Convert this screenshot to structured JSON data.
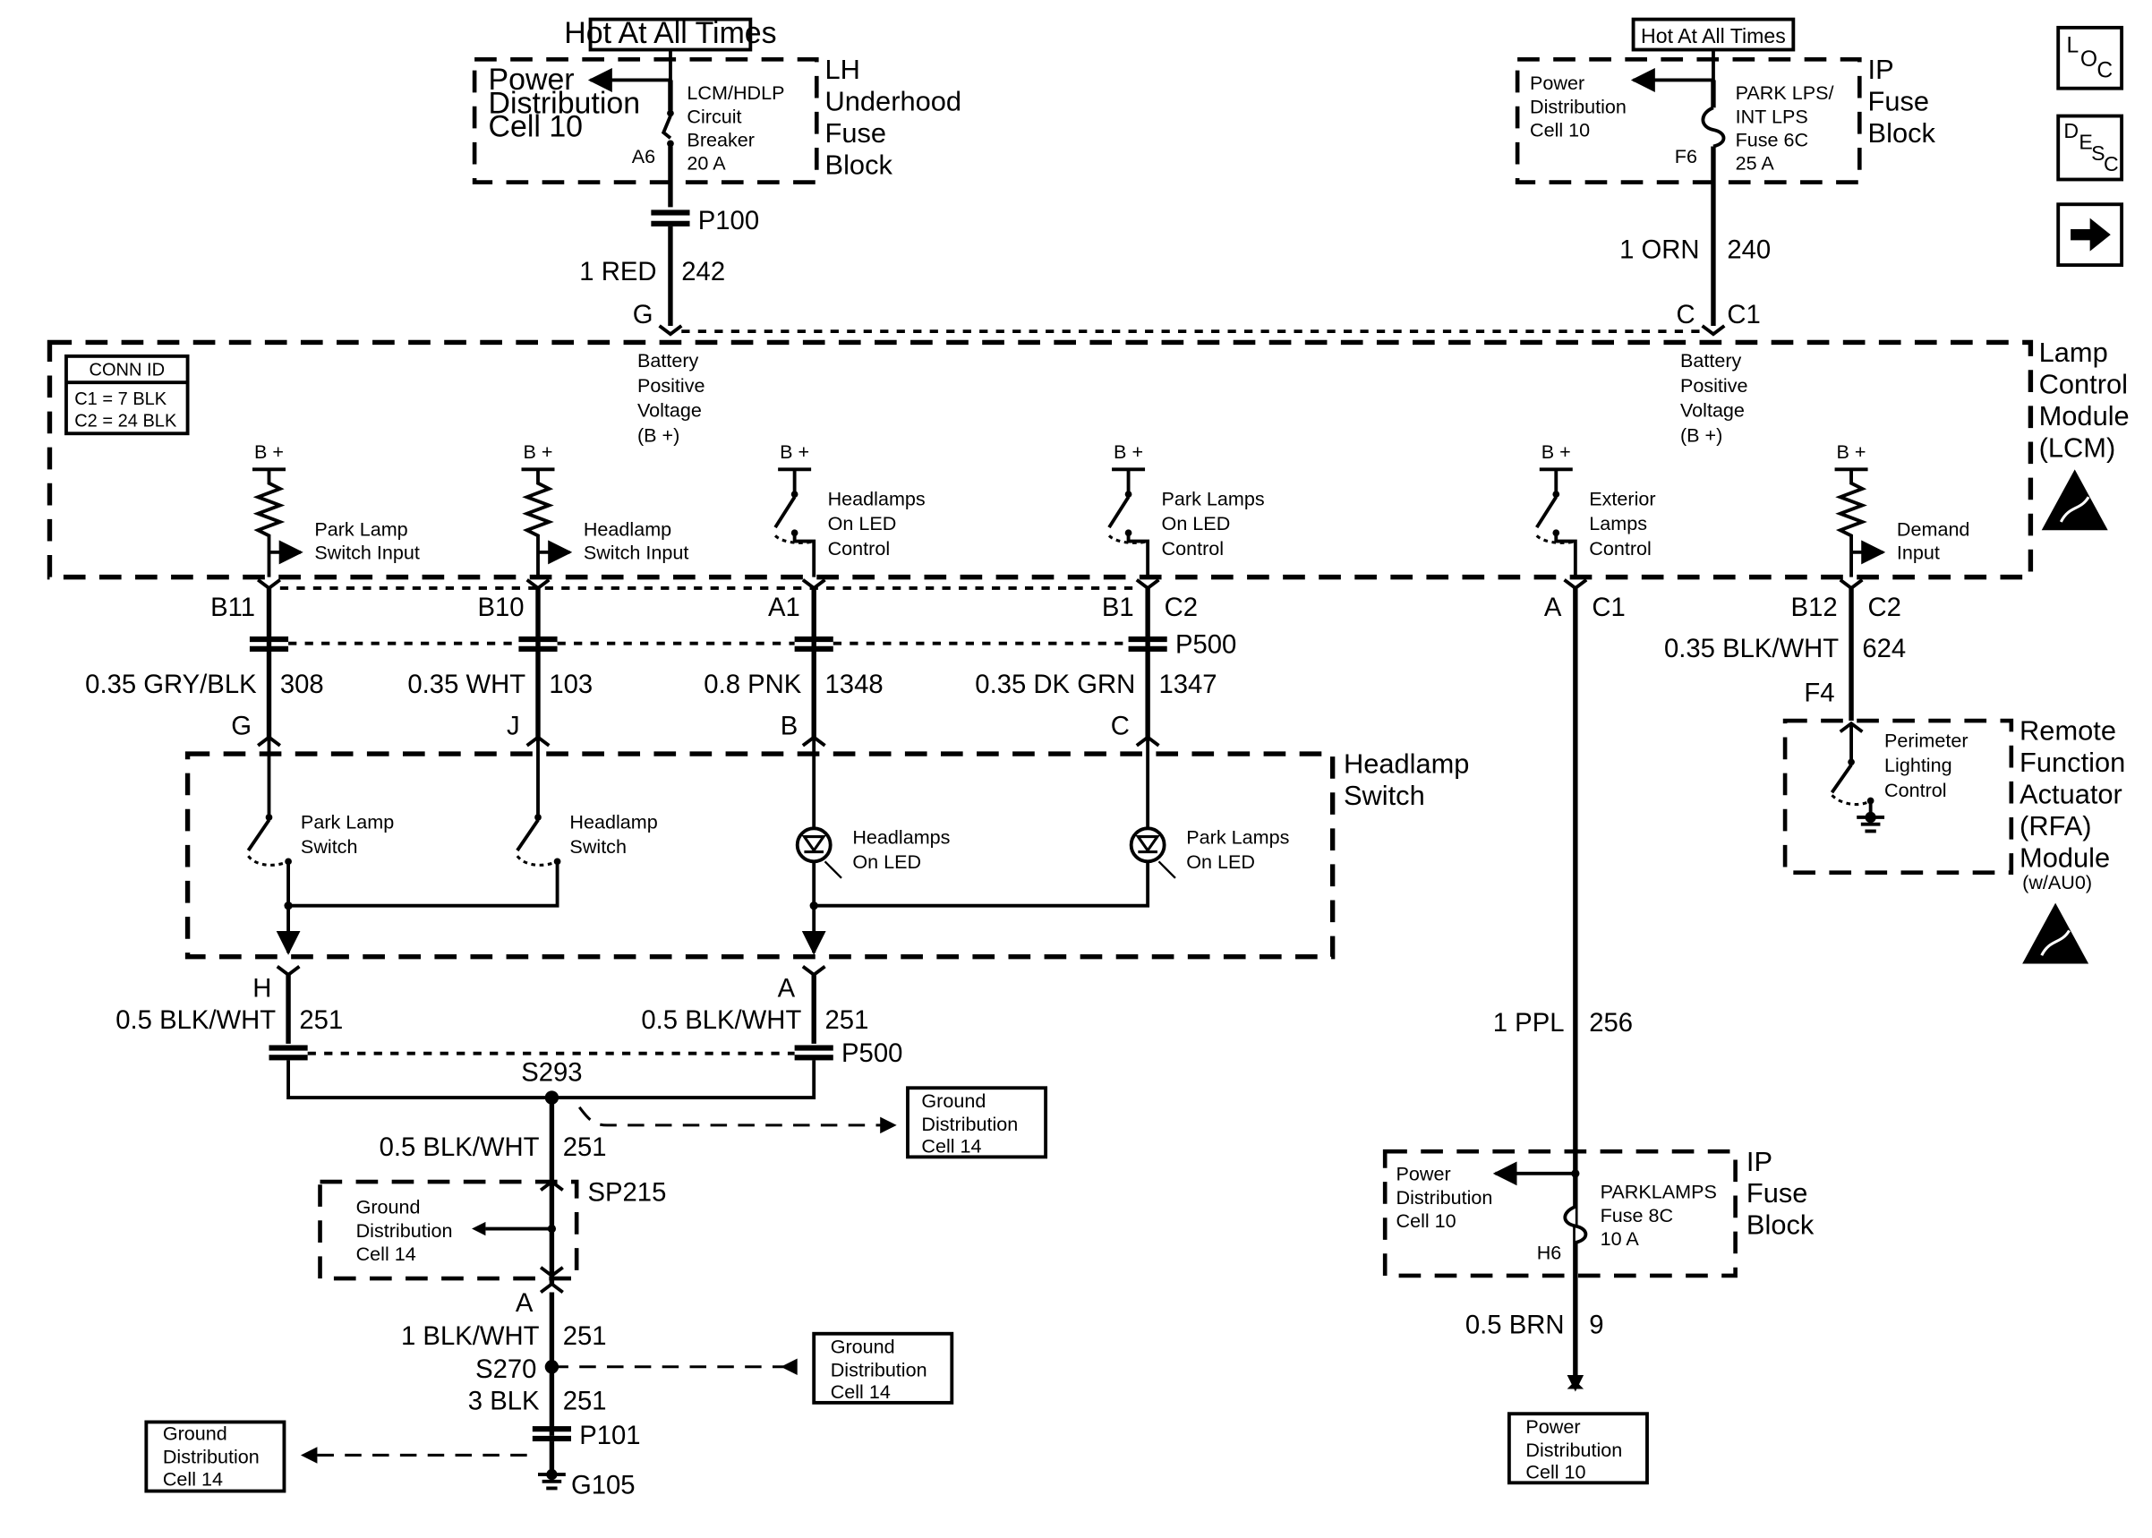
{
  "top_left": {
    "hot_label": "Hot At All Times",
    "block_title": [
      "LH",
      "Underhood",
      "Fuse",
      "Block"
    ],
    "power_label": [
      "Power",
      "Distribution",
      "Cell 10"
    ],
    "breaker_label": [
      "LCM/HDLP",
      "Circuit",
      "Breaker",
      "20 A"
    ],
    "pin": "A6",
    "connector": "P100",
    "wire_gauge_color": "1 RED",
    "wire_circuit": "242",
    "lcm_pin": "G"
  },
  "top_right": {
    "hot_label": "Hot At All Times",
    "block_title": [
      "IP",
      "Fuse",
      "Block"
    ],
    "power_label": [
      "Power",
      "Distribution",
      "Cell 10"
    ],
    "fuse_label": [
      "PARK LPS/",
      "INT LPS",
      "Fuse 6C",
      "25 A"
    ],
    "pin": "F6",
    "wire_gauge_color": "1 ORN",
    "wire_circuit": "240",
    "lcm_pin": "C",
    "lcm_conn": "C1"
  },
  "icons": {
    "loc": "L O C",
    "desc": "D E S C"
  },
  "lcm": {
    "title": [
      "Lamp",
      "Control",
      "Module",
      "(LCM)"
    ],
    "conn_id": {
      "title": "CONN ID",
      "c1": "C1 = 7 BLK",
      "c2": "C2 = 24 BLK"
    },
    "bplus_left": [
      "Battery",
      "Positive",
      "Voltage",
      "(B +)"
    ],
    "bplus_right": [
      "Battery",
      "Positive",
      "Voltage",
      "(B +)"
    ],
    "bplus": "B +",
    "inputs": [
      {
        "label": [
          "Park Lamp",
          "Switch Input"
        ]
      },
      {
        "label": [
          "Headlamp",
          "Switch Input"
        ]
      },
      {
        "label": [
          "Headlamps",
          "On LED",
          "Control"
        ]
      },
      {
        "label": [
          "Park Lamps",
          "On LED",
          "Control"
        ]
      },
      {
        "label": [
          "Exterior",
          "Lamps",
          "Control"
        ]
      },
      {
        "label": [
          "Demand",
          "Input"
        ]
      }
    ]
  },
  "lcm_pins": [
    {
      "pin": "B11",
      "gauge_color": "0.35 GRY/BLK",
      "circuit": "308",
      "switch_pin": "G"
    },
    {
      "pin": "B10",
      "gauge_color": "0.35 WHT",
      "circuit": "103",
      "switch_pin": "J"
    },
    {
      "pin": "A1",
      "gauge_color": "0.8 PNK",
      "circuit": "1348",
      "switch_pin": "B"
    },
    {
      "pin": "B1",
      "conn": "C2",
      "gauge_color": "0.35 DK GRN",
      "circuit": "1347",
      "switch_pin": "C"
    }
  ],
  "inline_connector_mid": "P500",
  "exterior_pin": {
    "pin": "A",
    "conn": "C1",
    "gauge_color": "1 PPL",
    "circuit": "256"
  },
  "demand_pin": {
    "pin": "B12",
    "conn": "C2",
    "gauge_color": "0.35 BLK/WHT",
    "circuit": "624",
    "rfa_pin": "F4"
  },
  "rfa": {
    "title": [
      "Remote",
      "Function",
      "Actuator",
      "(RFA)",
      "Module"
    ],
    "note": "(w/AU0)",
    "control": [
      "Perimeter",
      "Lighting",
      "Control"
    ]
  },
  "headlamp_switch": {
    "title": [
      "Headlamp",
      "Switch"
    ],
    "park_switch": [
      "Park Lamp",
      "Switch"
    ],
    "head_switch": [
      "Headlamp",
      "Switch"
    ],
    "head_led": [
      "Headlamps",
      "On LED"
    ],
    "park_led": [
      "Park Lamps",
      "On LED"
    ]
  },
  "ground_left": {
    "pin": "H",
    "gauge_color": "0.5 BLK/WHT",
    "circuit": "251"
  },
  "ground_right": {
    "pin": "A",
    "gauge_color": "0.5 BLK/WHT",
    "circuit": "251",
    "connector": "P500"
  },
  "splice_s293": "S293",
  "ground_dist": [
    "Ground",
    "Distribution",
    "Cell 14"
  ],
  "wire_s293_down": {
    "gauge_color": "0.5 BLK/WHT",
    "circuit": "251"
  },
  "sp215": "SP215",
  "pin_a_lower": "A",
  "wire_lower": {
    "gauge_color": "1 BLK/WHT",
    "circuit": "251"
  },
  "splice_s270": "S270",
  "wire_ground": {
    "gauge_color": "3 BLK",
    "circuit": "251"
  },
  "connector_p101": "P101",
  "ground_g105": "G105",
  "ip_fuse_lower": {
    "block_title": [
      "IP",
      "Fuse",
      "Block"
    ],
    "power_label": [
      "Power",
      "Distribution",
      "Cell 10"
    ],
    "fuse_label": [
      "PARKLAMPS",
      "Fuse 8C",
      "10 A"
    ],
    "pin": "H6",
    "wire_gauge_color": "0.5 BRN",
    "wire_circuit": "9"
  },
  "power_dist_bottom": [
    "Power",
    "Distribution",
    "Cell 10"
  ]
}
